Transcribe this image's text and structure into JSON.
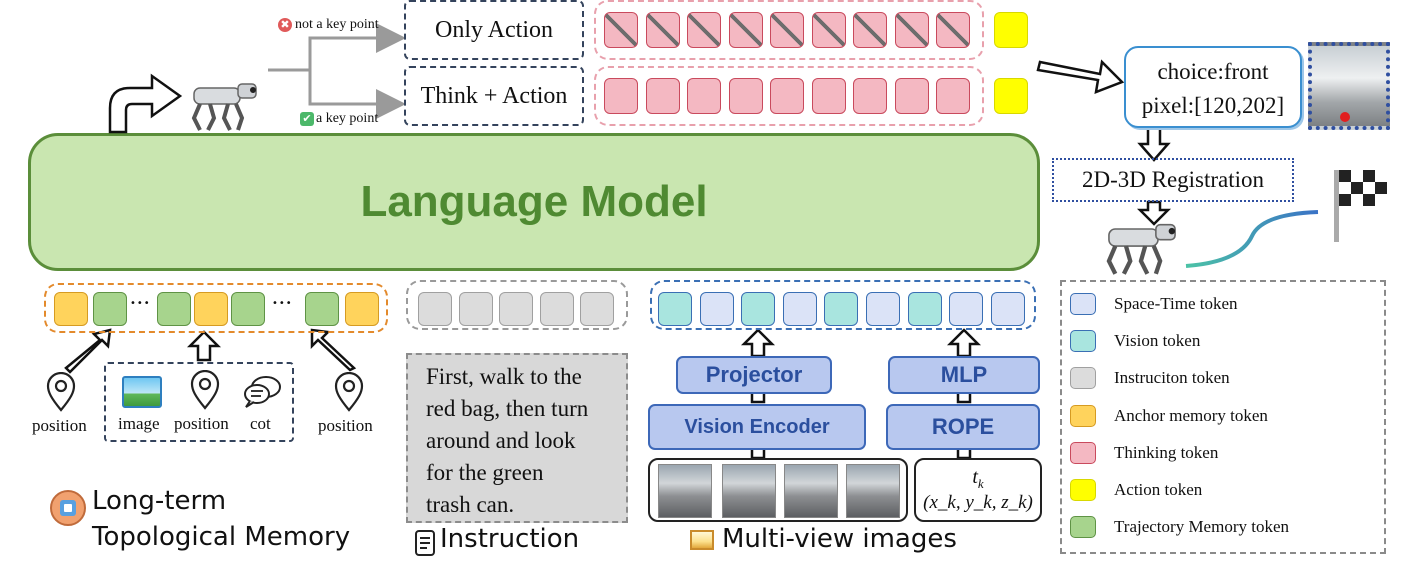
{
  "language_model": {
    "label": "Language Model"
  },
  "branch": {
    "not_key_point": "not a key point",
    "key_point": "a key point",
    "only_action": "Only Action",
    "think_action": "Think + Action"
  },
  "output": {
    "choice": "choice:front",
    "pixel": "pixel:[120,202]",
    "registration": "2D-3D Registration"
  },
  "memory": {
    "caption": "Long-term Topological Memory",
    "caption_line1": "Long-term",
    "caption_line2": "Topological Memory",
    "position_left": "position",
    "image": "image",
    "position_mid": "position",
    "cot": "cot",
    "position_right": "position",
    "ellipsis": "•••"
  },
  "instruction": {
    "text": "First, walk to the red bag, then turn around and look for the green trash can.",
    "line1": "First, walk to the",
    "line2": "red bag, then turn",
    "line3": "around and look",
    "line4": "for the green",
    "line5": "trash can.",
    "caption": "Instruction"
  },
  "vision": {
    "projector": "Projector",
    "encoder": "Vision Encoder",
    "mlp": "MLP",
    "rope": "ROPE",
    "tk": "t",
    "tk_sub": "k",
    "coords": "(x_k, y_k, z_k)",
    "caption": "Multi-view images"
  },
  "legend": [
    {
      "label": "Space-Time token",
      "color": "#dbe3f7",
      "border": "#3a6fb4"
    },
    {
      "label": "Vision token",
      "color": "#a9e5df",
      "border": "#3a6fb4"
    },
    {
      "label": "Instruciton token",
      "color": "#dcdcdc",
      "border": "#a0a0a0"
    },
    {
      "label": "Anchor memory token",
      "color": "#ffd35c",
      "border": "#d69b22"
    },
    {
      "label": "Thinking token",
      "color": "#f4b8c2",
      "border": "#c94a5d"
    },
    {
      "label": "Action token",
      "color": "#ffff00",
      "border": "#d8d800"
    },
    {
      "label": "Trajectory Memory token",
      "color": "#a7d48d",
      "border": "#5f9345"
    }
  ],
  "icons": [
    "robot-dog-icon",
    "position-pin-icon",
    "image-icon",
    "cot-bubble-icon",
    "goal-flag-icon",
    "brain-icon",
    "scroll-icon",
    "picture-icon"
  ]
}
